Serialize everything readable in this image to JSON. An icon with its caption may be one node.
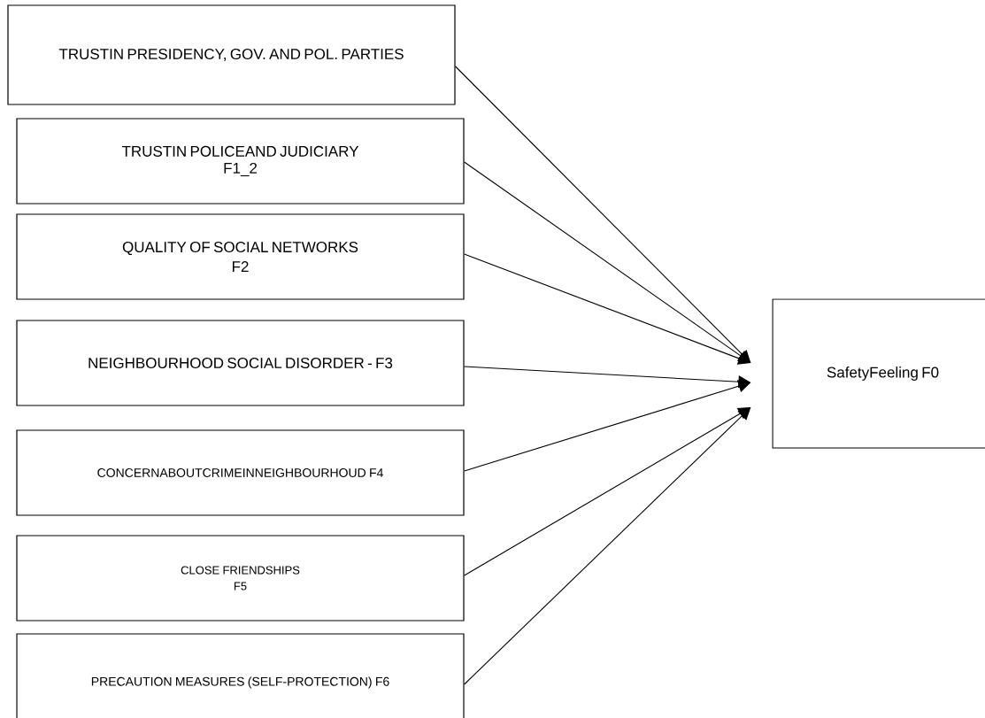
{
  "diagram": {
    "nodes": [
      {
        "text": [
          "TRUSTIN PRESIDENCY, GOV. AND POL. PARTIES"
        ]
      },
      {
        "text": [
          "TRUSTIN POLICEAND JUDICIARY",
          "F1_2"
        ]
      },
      {
        "text": [
          "QUALITY OF SOCIAL NETWORKS",
          "F2"
        ]
      },
      {
        "text": [
          "NEIGHBOURHOOD SOCIAL DISORDER - F3"
        ]
      },
      {
        "text": [
          "CONCERNABOUTCRIMEINNEIGHBOURHOUD F4"
        ]
      },
      {
        "text": [
          "CLOSE FRIENDSHIPS",
          "F5"
        ]
      },
      {
        "text": [
          "PRECAUTION MEASURES (SELF-PROTECTION) F6"
        ]
      },
      {
        "text": [
          "SafetyFeeling F0"
        ]
      }
    ],
    "edges": [
      {
        "from": 0,
        "to": 7,
        "arrow": "to"
      },
      {
        "from": 1,
        "to": 7,
        "arrow": "to"
      },
      {
        "from": 2,
        "to": 7,
        "arrow": "to"
      },
      {
        "from": 3,
        "to": 7,
        "arrow": "to"
      },
      {
        "from": 4,
        "to": 7,
        "arrow": "to"
      },
      {
        "from": 5,
        "to": 7,
        "arrow": "to"
      },
      {
        "from": 6,
        "to": 7,
        "arrow": "to"
      }
    ]
  }
}
